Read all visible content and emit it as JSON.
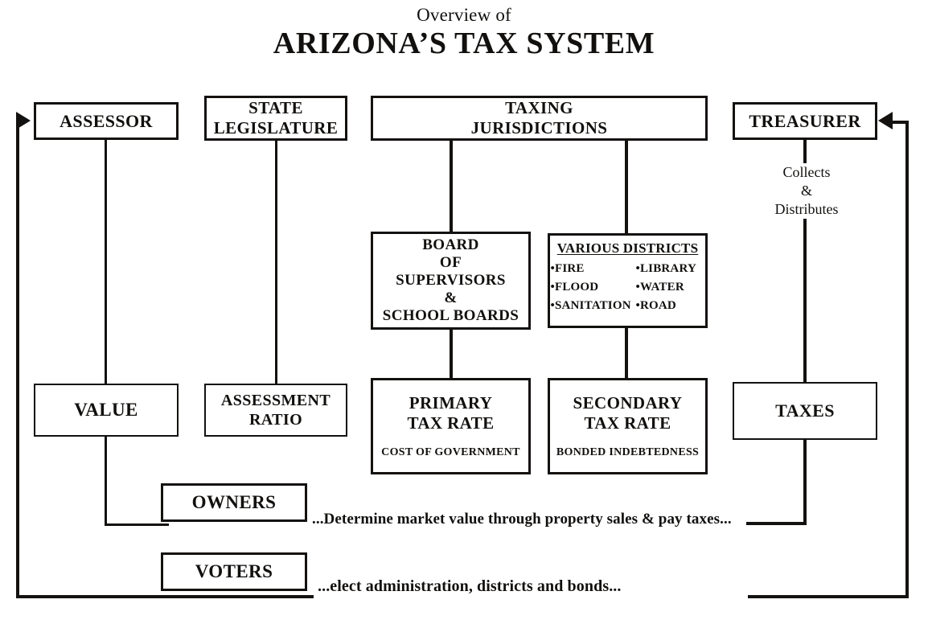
{
  "title": {
    "overline": "Overview of",
    "main": "ARIZONA’S TAX SYSTEM"
  },
  "colors": {
    "ink": "#141210",
    "background": "#ffffff"
  },
  "nodes": {
    "assessor": {
      "label": "ASSESSOR"
    },
    "legislature": {
      "line1": "STATE",
      "line2": "LEGISLATURE"
    },
    "jurisdictions": {
      "line1": "TAXING",
      "line2": "JURISDICTIONS"
    },
    "treasurer": {
      "label": "TREASURER"
    },
    "board": {
      "line1": "BOARD",
      "line2": "OF",
      "line3": "SUPERVISORS",
      "line4": "&",
      "line5": "SCHOOL BOARDS"
    },
    "districts": {
      "heading": "VARIOUS DISTRICTS",
      "items": [
        "•FIRE",
        "•LIBRARY",
        "•FLOOD",
        "•WATER",
        "•SANITATION",
        "•ROAD"
      ]
    },
    "value": {
      "label": "VALUE"
    },
    "assessment_ratio": {
      "line1": "ASSESSMENT",
      "line2": "RATIO"
    },
    "primary_tax_rate": {
      "line1": "PRIMARY",
      "line2": "TAX RATE",
      "subtitle": "COST OF GOVERNMENT"
    },
    "secondary_tax_rate": {
      "line1": "SECONDARY",
      "line2": "TAX RATE",
      "subtitle": "BONDED INDEBTEDNESS"
    },
    "taxes": {
      "label": "TAXES"
    },
    "owners": {
      "label": "OWNERS"
    },
    "voters": {
      "label": "VOTERS"
    }
  },
  "annotations": {
    "collects_line1": "Collects",
    "collects_line2": "&",
    "collects_line3": "Distributes",
    "owners_caption": "...Determine market value through property sales & pay taxes...",
    "voters_caption": "...elect administration, districts and bonds..."
  }
}
